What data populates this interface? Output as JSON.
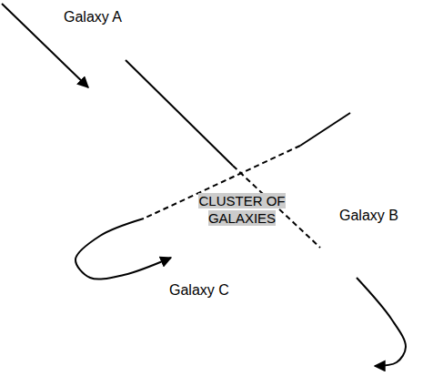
{
  "diagram": {
    "nodes": [
      {
        "text": [
          "Galaxy A"
        ]
      },
      {
        "text": [
          "CLUSTER OF GALAXIES"
        ]
      },
      {
        "text": [
          "Galaxy B"
        ]
      },
      {
        "text": [
          "Galaxy C"
        ],
        "in": 1
      }
    ]
  }
}
